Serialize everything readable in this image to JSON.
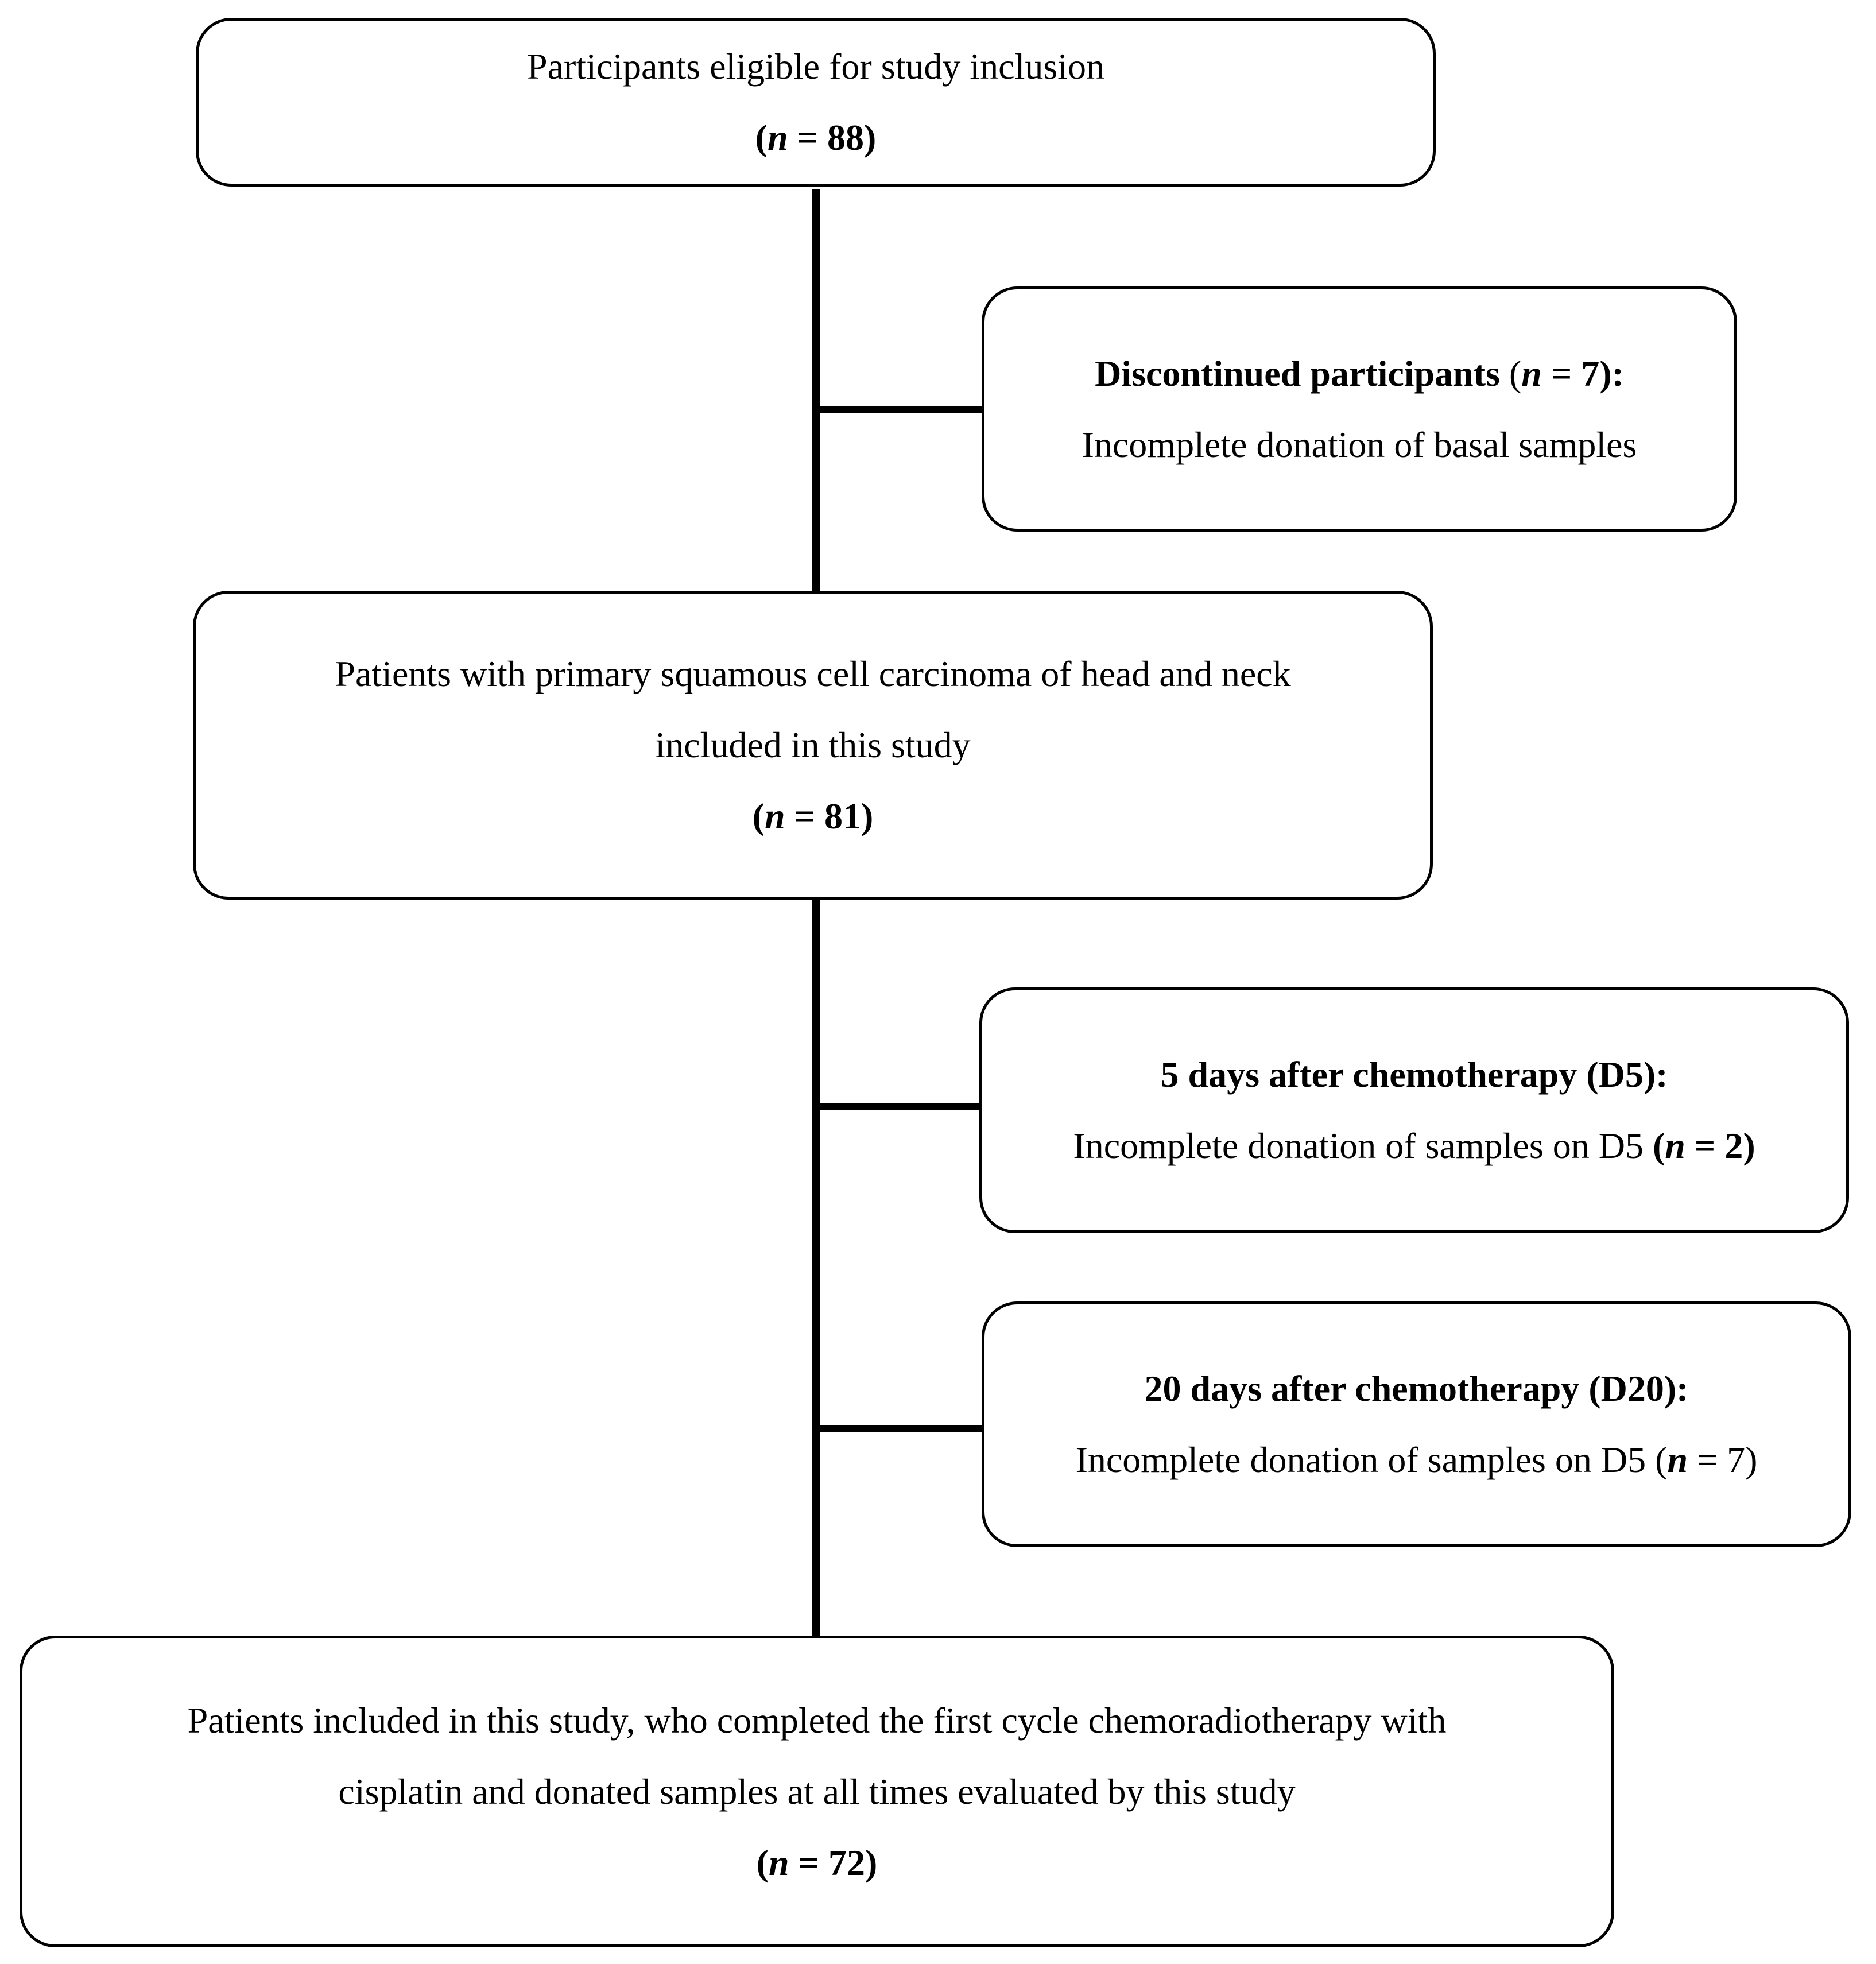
{
  "eligible": {
    "title": "Participants eligible for study inclusion",
    "count": "(n = 88)",
    "n_symbol": "n",
    "count_value": " = 88"
  },
  "discontinued": {
    "heading": "Discontinued participants",
    "heading_count_open": " (",
    "n_symbol": "n",
    "heading_count_value": " = 7):",
    "reason": "Incomplete donation of basal samples"
  },
  "included": {
    "line1": "Patients with primary squamous cell carcinoma of head and neck",
    "line2": "included in this study",
    "n_symbol": "n",
    "count_value": " = 81"
  },
  "d5": {
    "heading": "5 days after chemotherapy (D5):",
    "reason": "Incomplete donation of samples on D5 ",
    "n_symbol": "n",
    "count_value": " = 2"
  },
  "d20": {
    "heading": "20 days after chemotherapy (D20):",
    "reason": "Incomplete donation of samples on D5 ",
    "n_symbol": "n",
    "count_value": " = 7"
  },
  "final": {
    "line1": "Patients included in this study, who completed the first cycle chemoradiotherapy with",
    "line2": "cisplatin and donated samples at all times evaluated by this study",
    "n_symbol": "n",
    "count_value": " = 72"
  }
}
